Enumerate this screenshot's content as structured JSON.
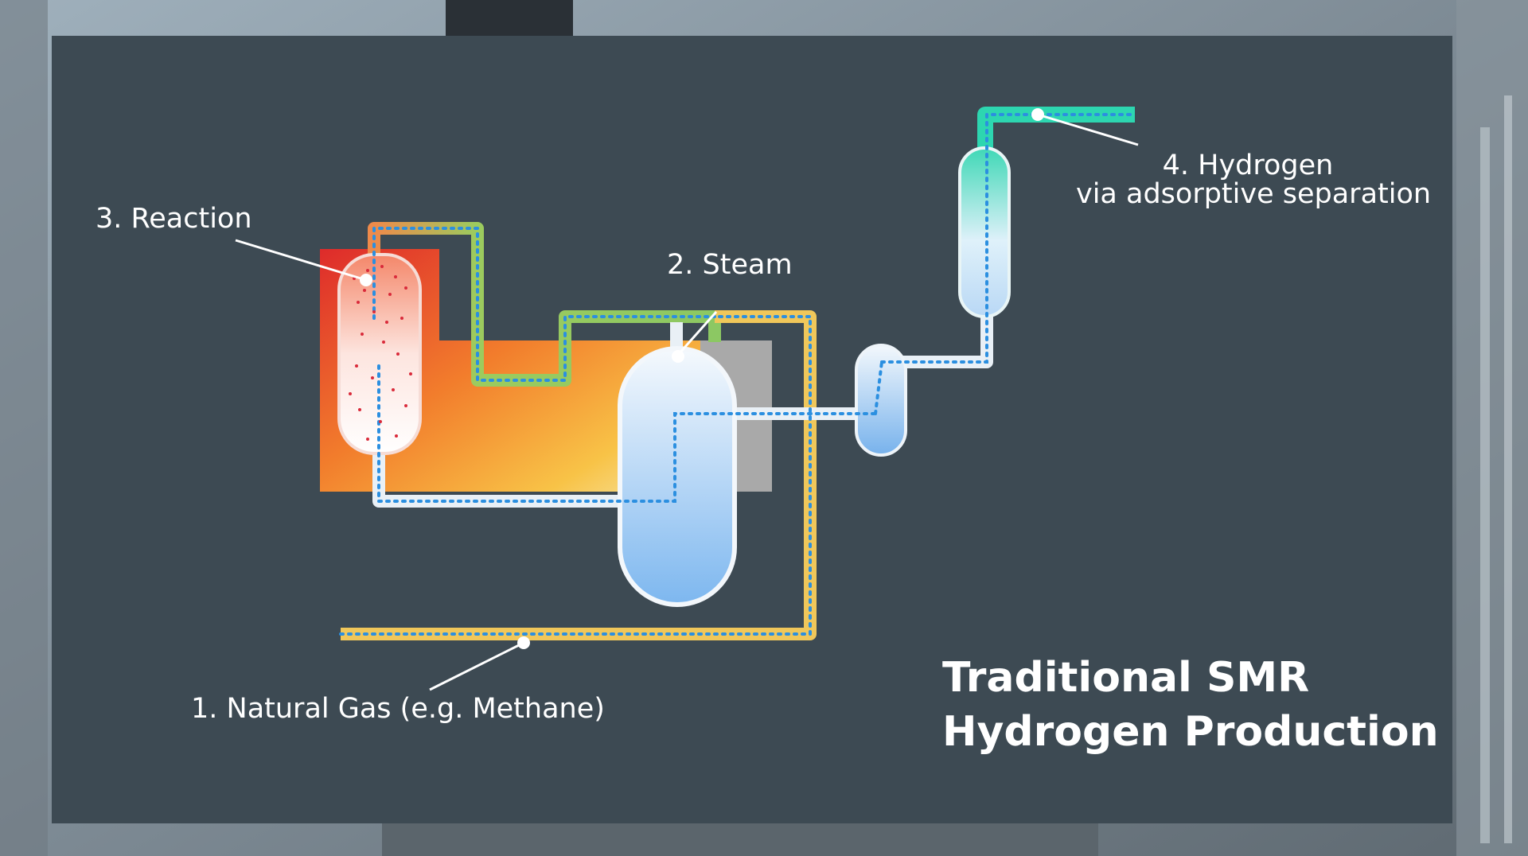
{
  "labels": {
    "reaction": "3. Reaction",
    "steam": "2. Steam",
    "hydrogen_line1": "4. Hydrogen",
    "hydrogen_line2": "via adsorptive separation",
    "natural_gas": "1. Natural Gas (e.g. Methane)"
  },
  "title": {
    "line1": "Traditional SMR",
    "line2": "Hydrogen Production"
  },
  "colors": {
    "panel": "#3d4a53",
    "gas_pipe": "#f0c75a",
    "steam_pipe": "#8cc863",
    "hydrogen_pipe": "#2dd6b0",
    "flow_dots": "#2b8fe0",
    "furnace_hot": "#e0302a",
    "furnace_warm": "#f7a23a"
  }
}
